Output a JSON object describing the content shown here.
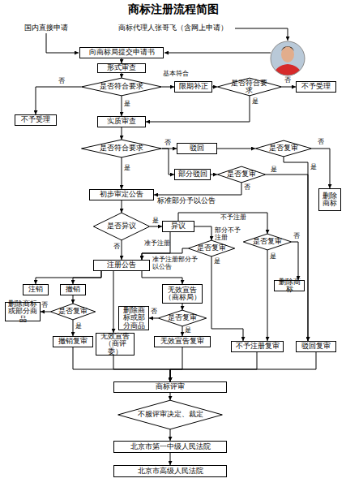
{
  "diagram": {
    "title": "商标注册流程简图",
    "nodes": [
      {
        "text": [
          "向商标局提交申请书"
        ]
      },
      {
        "text": [
          "形式审查"
        ]
      },
      {
        "text": [
          "是否符合要求"
        ]
      },
      {
        "text": [
          "限期补正"
        ]
      },
      {
        "text": [
          "是否符合要求"
        ]
      },
      {
        "text": [
          "不予受理"
        ]
      },
      {
        "text": [
          "不予受理"
        ]
      },
      {
        "text": [
          "实质审查"
        ]
      },
      {
        "text": [
          "是否符合要求"
        ]
      },
      {
        "text": [
          "驳回"
        ]
      },
      {
        "text": [
          "是否复审"
        ]
      },
      {
        "text": [
          "部分驳回"
        ]
      },
      {
        "text": [
          "是否复审"
        ]
      },
      {
        "text": [
          "删除商标"
        ]
      },
      {
        "text": [
          "初步审定公告"
        ]
      },
      {
        "text": [
          "是否异议"
        ]
      },
      {
        "text": [
          "异议"
        ]
      },
      {
        "text": [
          "是否复审"
        ]
      },
      {
        "text": [
          "是否复审"
        ]
      },
      {
        "text": [
          "删除商标"
        ]
      },
      {
        "text": [
          "注册公告"
        ]
      },
      {
        "text": [
          "注销"
        ]
      },
      {
        "text": [
          "撤销"
        ]
      },
      {
        "text": [
          "无效宣告（商标局）"
        ]
      },
      {
        "text": [
          "是否复审"
        ]
      },
      {
        "text": [
          "删除商标或部分商品"
        ]
      },
      {
        "text": [
          "是否复审"
        ]
      },
      {
        "text": [
          "删除商标或部分商品"
        ]
      },
      {
        "text": [
          "撤销复审"
        ]
      },
      {
        "text": [
          "无效宣告（商评委）"
        ]
      },
      {
        "text": [
          "无效宣告复审"
        ]
      },
      {
        "text": [
          "不予注册复审"
        ]
      },
      {
        "text": [
          "驳回复审"
        ]
      },
      {
        "text": [
          "商标评审"
        ]
      },
      {
        "text": [
          "不服评审决定、裁定"
        ]
      },
      {
        "text": [
          "北京市第一中级人民法院"
        ]
      },
      {
        "text": [
          "北京市高级人民法院"
        ]
      }
    ],
    "edges": [
      {
        "from": 0,
        "to": 1,
        "arrow": "to"
      },
      {
        "from": 1,
        "to": 2,
        "arrow": "to"
      },
      {
        "from": 2,
        "to": 6,
        "label": "否",
        "arrow": "to"
      },
      {
        "from": 2,
        "to": 3,
        "label": "基本符合",
        "arrow": "to"
      },
      {
        "from": 2,
        "to": 7,
        "label": "是",
        "arrow": "to"
      },
      {
        "from": 3,
        "to": 4,
        "arrow": "to"
      },
      {
        "from": 4,
        "to": 5,
        "label": "否",
        "arrow": "to"
      },
      {
        "from": 4,
        "to": 7,
        "label": "是",
        "arrow": "to"
      },
      {
        "from": 7,
        "to": 8,
        "arrow": "to"
      },
      {
        "from": 8,
        "to": 14,
        "label": "是",
        "arrow": "to"
      },
      {
        "from": 8,
        "to": 9,
        "label": "否",
        "arrow": "to"
      },
      {
        "from": 8,
        "to": 11,
        "arrow": "to"
      },
      {
        "from": 9,
        "to": 10,
        "arrow": "to"
      },
      {
        "from": 10,
        "to": 13,
        "label": "否",
        "arrow": "to"
      },
      {
        "from": 10,
        "to": 32,
        "label": "是",
        "arrow": "to"
      },
      {
        "from": 11,
        "to": 12,
        "arrow": "to"
      },
      {
        "from": 12,
        "to": 14,
        "label": "否",
        "arrow": "to"
      },
      {
        "from": 12,
        "to": 32,
        "label": "是",
        "arrow": "to"
      },
      {
        "from": 14,
        "to": 15,
        "arrow": "to"
      },
      {
        "from": 15,
        "to": 20,
        "label": "否",
        "arrow": "to"
      },
      {
        "from": 15,
        "to": 16,
        "label": "是",
        "arrow": "to"
      },
      {
        "from": 16,
        "to": 18,
        "label": "不予注册",
        "arrow": "to"
      },
      {
        "from": 16,
        "to": 17,
        "label": "部分不予注册",
        "arrow": "to"
      },
      {
        "from": 16,
        "to": 20,
        "label": "准予注册",
        "arrow": "to"
      },
      {
        "from": 17,
        "to": 20,
        "label": "准予注册部分予以公告",
        "arrow": "to"
      },
      {
        "from": 17,
        "to": 31,
        "label": "是",
        "arrow": "to"
      },
      {
        "from": 18,
        "to": 31,
        "label": "是",
        "arrow": "to"
      },
      {
        "from": 18,
        "to": 19,
        "label": "否",
        "arrow": "to"
      },
      {
        "from": 20,
        "to": 21,
        "arrow": "to"
      },
      {
        "from": 20,
        "to": 22,
        "arrow": "to"
      },
      {
        "from": 20,
        "to": 23,
        "arrow": "to"
      },
      {
        "from": 20,
        "to": 29,
        "arrow": "to"
      },
      {
        "from": 22,
        "to": 24,
        "arrow": "to"
      },
      {
        "from": 24,
        "to": 25,
        "label": "否",
        "arrow": "to"
      },
      {
        "from": 24,
        "to": 28,
        "label": "是",
        "arrow": "to"
      },
      {
        "from": 23,
        "to": 26,
        "arrow": "to"
      },
      {
        "from": 26,
        "to": 27,
        "label": "否",
        "arrow": "to"
      },
      {
        "from": 26,
        "to": 30,
        "label": "是",
        "arrow": "to"
      },
      {
        "from": 28,
        "to": 33,
        "arrow": "to"
      },
      {
        "from": 29,
        "to": 33,
        "arrow": "to"
      },
      {
        "from": 30,
        "to": 33,
        "arrow": "to"
      },
      {
        "from": 31,
        "to": 33,
        "arrow": "to"
      },
      {
        "from": 32,
        "to": 33,
        "arrow": "to"
      },
      {
        "from": 33,
        "to": 34,
        "arrow": "to"
      },
      {
        "from": 34,
        "to": 35,
        "arrow": "to"
      },
      {
        "from": 35,
        "to": 36,
        "arrow": "to"
      }
    ],
    "labels": [
      "国内直接申请",
      "商标代理人张哥飞（含网上申请）",
      "标准部分予以公告"
    ]
  }
}
